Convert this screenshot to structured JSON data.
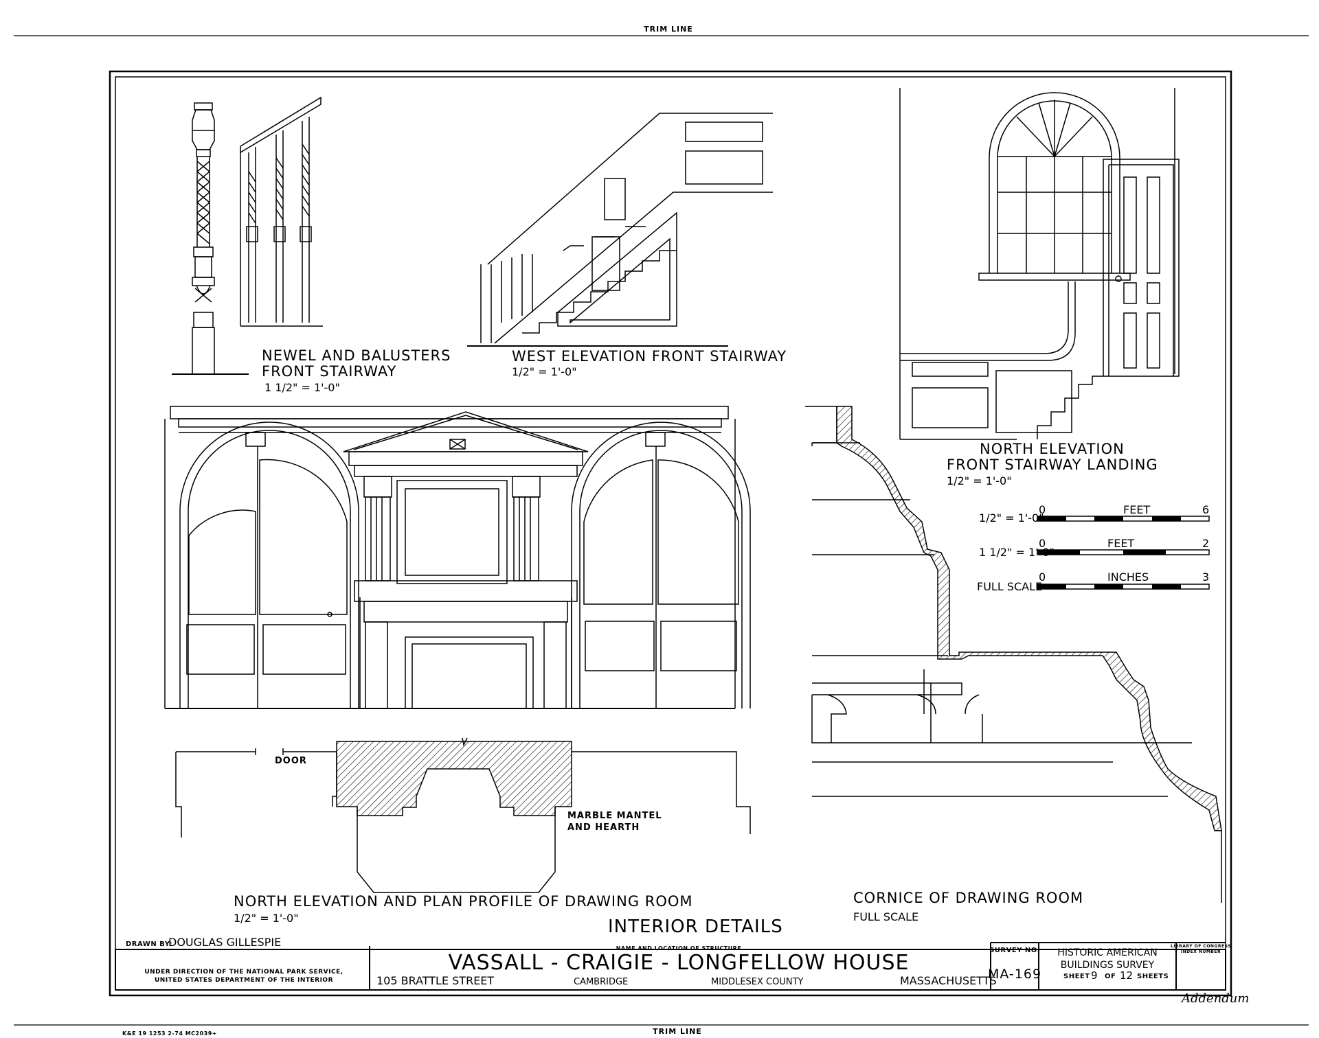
{
  "trim_top": "TRIM LINE",
  "trim_bottom": "TRIM LINE",
  "print_code": "K&E 19 1253 2-74 MC2039+",
  "addendum": "Addendum",
  "views": {
    "newel": {
      "title1": "NEWEL AND BALUSTERS",
      "title2": "FRONT STAIRWAY",
      "scale": "1 1/2\" = 1'-0\""
    },
    "west": {
      "title": "WEST ELEVATION FRONT STAIRWAY",
      "scale": "1/2\" = 1'-0\""
    },
    "north_landing": {
      "title1": "NORTH ELEVATION",
      "title2": "FRONT STAIRWAY LANDING",
      "scale": "1/2\" = 1'-0\""
    },
    "drawing_room": {
      "title": "NORTH ELEVATION AND PLAN PROFILE OF DRAWING ROOM",
      "scale": "1/2\" = 1'-0\"",
      "door_label": "DOOR",
      "mantel_label1": "MARBLE MANTEL",
      "mantel_label2": "AND HEARTH"
    },
    "cornice": {
      "title": "CORNICE OF DRAWING ROOM",
      "scale": "FULL SCALE"
    }
  },
  "scales": [
    {
      "label": "1/2\" = 1'-0\"",
      "start": "0",
      "unit": "FEET",
      "end": "6"
    },
    {
      "label": "1 1/2\" = 1'-0\"",
      "start": "0",
      "unit": "FEET",
      "end": "2"
    },
    {
      "label": "FULL SCALE",
      "start": "0",
      "unit": "INCHES",
      "end": "3"
    }
  ],
  "sheet_title": "INTERIOR DETAILS",
  "title_block": {
    "drawn_by_label": "DRAWN BY:",
    "drawn_by": "DOUGLAS GILLESPIE",
    "direction1": "UNDER DIRECTION OF THE NATIONAL PARK SERVICE,",
    "direction2": "UNITED STATES DEPARTMENT OF THE INTERIOR",
    "name_label": "NAME AND LOCATION OF STRUCTURE",
    "structure": "VASSALL - CRAIGIE - LONGFELLOW HOUSE",
    "street": "105 BRATTLE STREET",
    "city": "CAMBRIDGE",
    "county": "MIDDLESEX COUNTY",
    "state": "MASSACHUSETTS",
    "survey_label": "SURVEY NO.",
    "survey_no": "MA-169",
    "habs1": "HISTORIC AMERICAN",
    "habs2": "BUILDINGS SURVEY",
    "sheet_word": "SHEET",
    "sheet_no": "9",
    "of_word": "OF",
    "sheet_total": "12",
    "sheets_word": "SHEETS",
    "loc1": "LIBRARY OF CONGRESS",
    "loc2": "INDEX NUMBER"
  }
}
